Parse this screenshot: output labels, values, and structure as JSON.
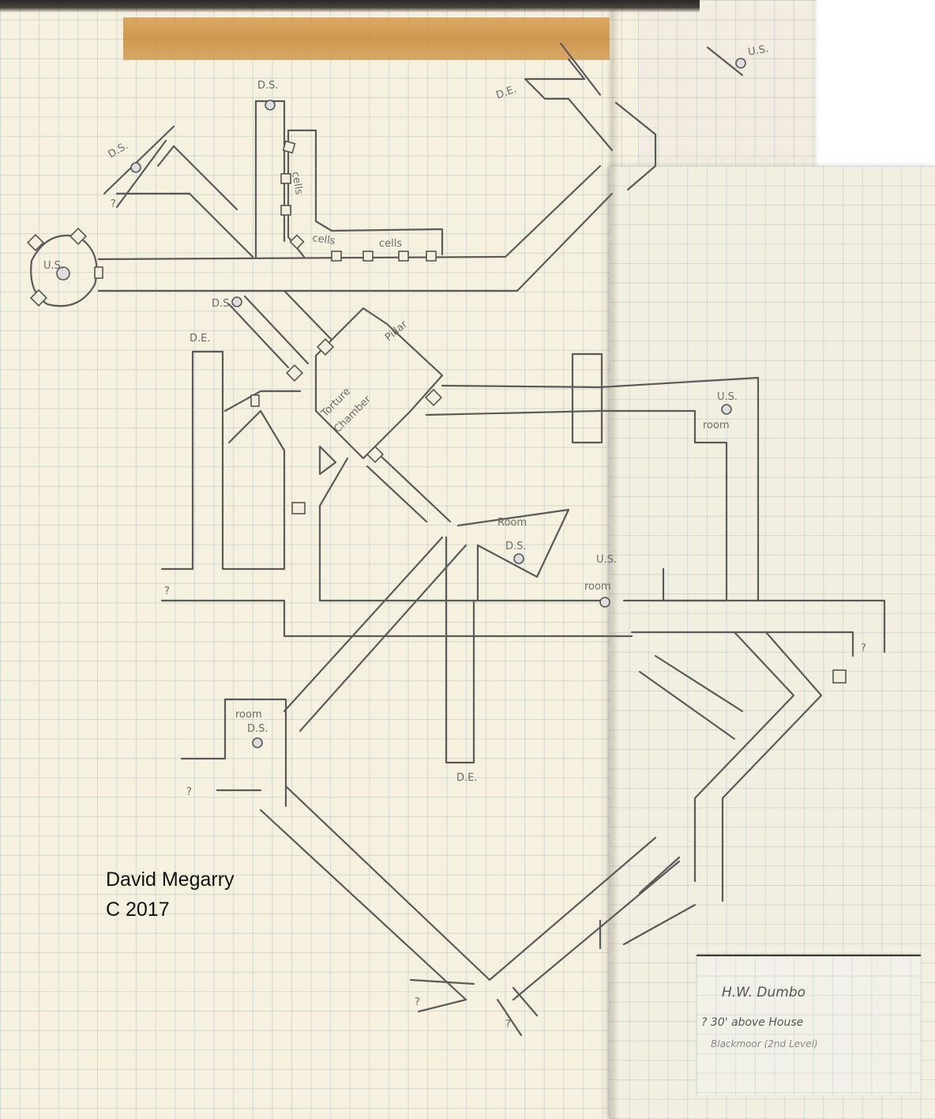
{
  "map": {
    "labels": {
      "ds": "D.S.",
      "ds_alt": "D.S.",
      "ds_hall": "D.S.",
      "us_left": "U.S.",
      "us_topright": "U.S.",
      "de_top": "D.E.",
      "de_left": "D.E.",
      "de_bottom": "D.E.",
      "cells_1": "cells",
      "cells_2": "cells",
      "cells_3": "cells",
      "pillar": "Pillar",
      "torture_1": "Torture",
      "torture_2": "Chamber",
      "us_room_label": "U.S.",
      "us_room_word": "room",
      "room_ds_word": "Room",
      "room_ds_ds": "D.S.",
      "us_room2_label": "U.S.",
      "us_room2_word": "room",
      "room_low_word": "room",
      "room_low_ds": "D.S.",
      "q1": "?",
      "q2": "?",
      "q3": "?",
      "q4": "?",
      "q5": "?",
      "q6": "?"
    },
    "credit": {
      "line1": "David Megarry",
      "line2": "C 2017"
    },
    "inset": {
      "title": "H.W. Dumbo",
      "line1": "? 30' above House",
      "line2": "Blackmoor (2nd Level)"
    }
  }
}
